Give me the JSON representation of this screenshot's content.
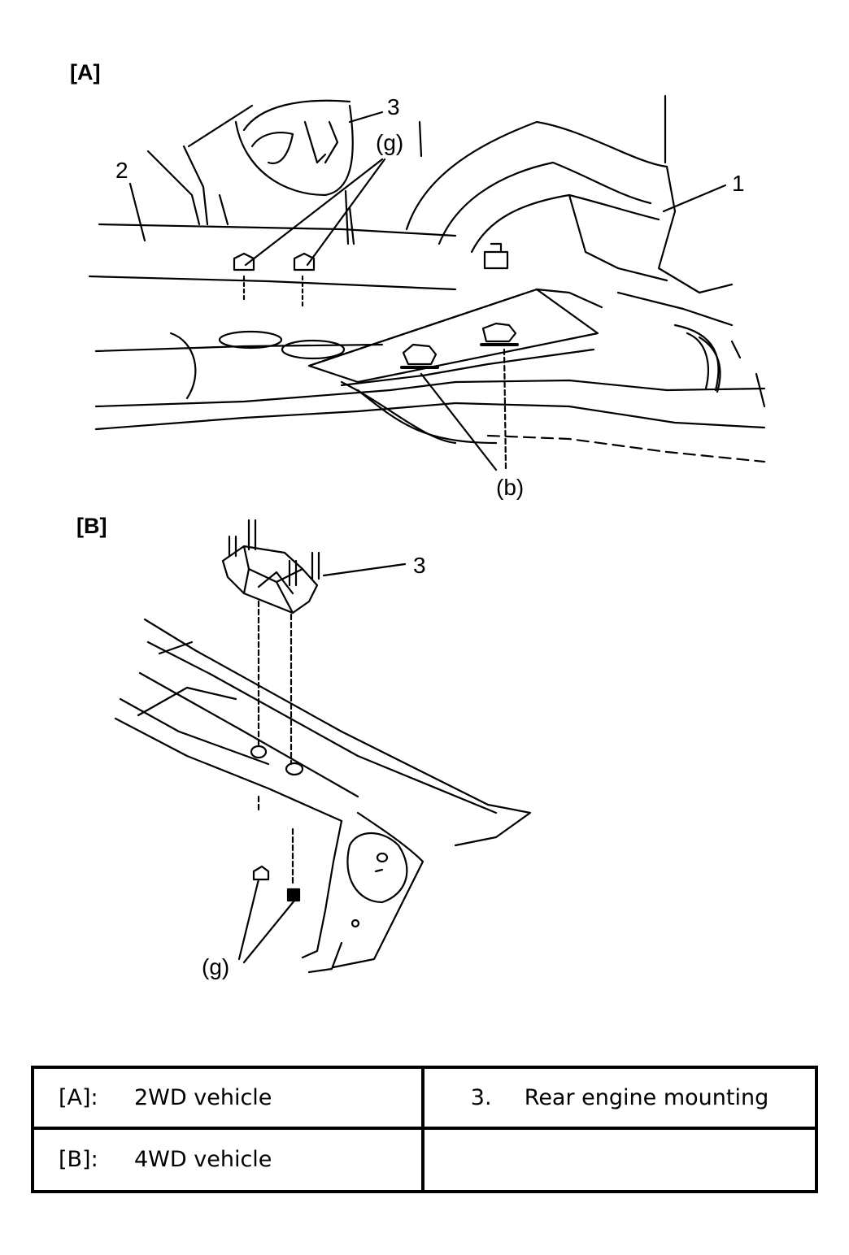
{
  "figure": {
    "panel_a_label": "[A]",
    "panel_b_label": "[B]",
    "callouts_a": {
      "c1": "1",
      "c2": "2",
      "c3": "3",
      "g": "(g)",
      "b": "(b)"
    },
    "callouts_b": {
      "c3": "3",
      "g": "(g)"
    }
  },
  "legend": {
    "rows": [
      {
        "key": "[A]:",
        "text": "2WD vehicle",
        "num": "3.",
        "desc": "Rear engine mounting"
      },
      {
        "key": "[B]:",
        "text": "4WD vehicle",
        "num": "",
        "desc": ""
      }
    ]
  }
}
